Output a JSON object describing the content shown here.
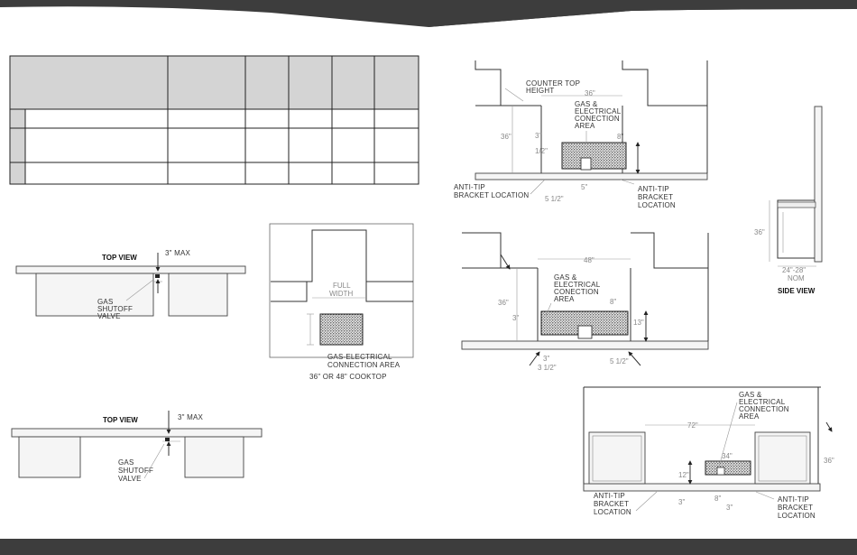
{
  "colors": {
    "band": "#3d3d3d",
    "table_header": "#d4d4d4",
    "ink": "#333333",
    "dim_ink": "#888888"
  },
  "table": {
    "rows": [
      "",
      "",
      ""
    ]
  },
  "top_view_1": {
    "title": "TOP VIEW",
    "max_label": "3\" MAX",
    "valve_label": [
      "GAS",
      "SHUTOFF",
      "VALVE"
    ]
  },
  "top_view_2": {
    "title": "TOP VIEW",
    "max_label": "3\" MAX",
    "valve_label": [
      "GAS",
      "SHUTOFF",
      "VALVE"
    ]
  },
  "cooktop": {
    "full_width": [
      "FULL",
      "WIDTH"
    ],
    "area_label": [
      "GAS-ELECTRICAL",
      "CONNECTION AREA"
    ],
    "caption": "36\" OR 48\" COOKTOP"
  },
  "range36": {
    "counter_label": [
      "COUNTER TOP",
      "HEIGHT"
    ],
    "width_dim": "36\"",
    "area_label": [
      "GAS &",
      "ELECTRICAL",
      "CONECTION",
      "AREA"
    ],
    "height_dim": "36\"",
    "dim_3": "3\"",
    "dim_half": "1/2\"",
    "dim_8": "8\"",
    "dim_5": "5\"",
    "dim_5half": "5 1/2\"",
    "anti_tip_left": [
      "ANTI-TIP",
      "BRACKET LOCATION"
    ],
    "anti_tip_right": [
      "ANTI-TIP",
      "BRACKET",
      "LOCATION"
    ]
  },
  "range48": {
    "width_dim": "48\"",
    "area_label": [
      "GAS &",
      "ELECTRICAL",
      "CONECTION",
      "AREA"
    ],
    "height_dim": "36\"",
    "dim_3_left": "3\"",
    "dim_8": "8\"",
    "dim_13": "13\"",
    "dim_3_bottom": "3\"",
    "dim_3half": "3 1/2\"",
    "dim_5half": "5 1/2\""
  },
  "side_view": {
    "height_dim": "36\"",
    "depth_dim": "24\"-28\"",
    "nom": "NOM",
    "title": "SIDE VIEW"
  },
  "range72": {
    "area_label": [
      "GAS &",
      "ELECTRICAL",
      "CONNECTION",
      "AREA"
    ],
    "width_dim": "72\"",
    "height_dim": "36\"",
    "dim_34": "34\"",
    "dim_12": "12\"",
    "dim_3_left": "3\"",
    "dim_8": "8\"",
    "dim_3_right": "3\"",
    "anti_tip_left": [
      "ANTI-TIP",
      "BRACKET",
      "LOCATION"
    ],
    "anti_tip_right": [
      "ANTI-TIP",
      "BRACKET",
      "LOCATION"
    ]
  }
}
